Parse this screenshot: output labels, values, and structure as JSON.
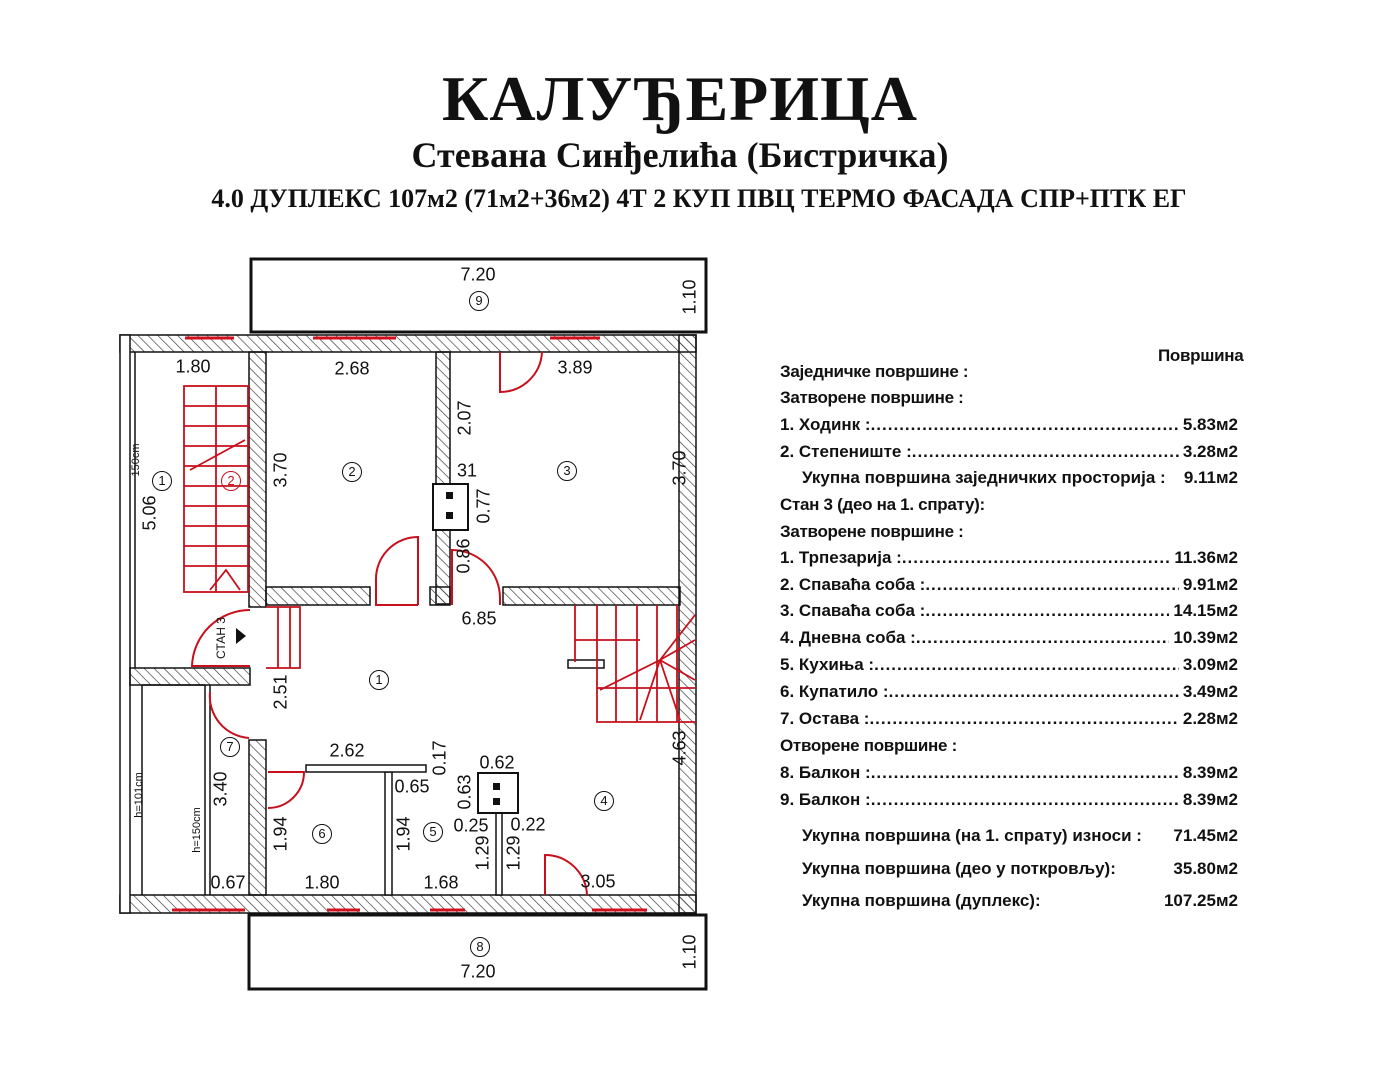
{
  "header": {
    "title": "КАЛУЂЕРИЦА",
    "subtitle": "Стевана Синђелића  (Бистричка)",
    "specs": "4.0 ДУПЛЕКС  107м2  (71м2+36м2)  4Т  2 КУП  ПВЦ  ТЕРМО ФАСАДА  СПР+ПТК  ЕГ"
  },
  "plan": {
    "top_balcony": {
      "width": "7.20",
      "depth": "1.10",
      "number": "9"
    },
    "bottom_balcony": {
      "width": "7.20",
      "depth": "1.10",
      "number": "8"
    },
    "dims": [
      "1.80",
      "2.68",
      "3.89",
      "5.06",
      "3.70",
      "2.07",
      "31",
      "0.77",
      "3.70",
      "0.86",
      "6.85",
      "2.51",
      "4.63",
      "2.62",
      "0.17",
      "0.62",
      "0.65",
      "0.63",
      "3.40",
      "1.94",
      "1.94",
      "0.25",
      "0.22",
      "1.29",
      "1.29",
      "0.67",
      "1.80",
      "1.68",
      "3.05"
    ],
    "notes": {
      "stair_width": "150cm",
      "h101": "h=101cm",
      "h150": "h=150cm",
      "entrance": "СТАН 3"
    },
    "room_numbers": [
      "1",
      "2",
      "2",
      "3",
      "1",
      "7",
      "6",
      "5",
      "4"
    ]
  },
  "table": {
    "column_header": "Површина",
    "common_header": "Заједничке површине :",
    "closed_header": "Затворене површине :",
    "common_rows": [
      {
        "label": "1. Ходинк :",
        "value": "5.83м2"
      },
      {
        "label": "2. Степениште :",
        "value": "3.28м2"
      }
    ],
    "common_total": {
      "label": "Укупна површина заједничких просторија :",
      "value": "9.11м2"
    },
    "apartment_header": "Стан 3 (део на 1. спрату):",
    "closed_header_2": "Затворене површине :",
    "closed_rows": [
      {
        "label": "1. Трпезарија :",
        "value": "11.36м2"
      },
      {
        "label": "2. Спаваћа соба :",
        "value": "9.91м2"
      },
      {
        "label": "3. Спаваћа соба :",
        "value": "14.15м2"
      },
      {
        "label": "4. Дневна соба :",
        "value": "10.39м2"
      },
      {
        "label": "5. Кухиња :",
        "value": "3.09м2"
      },
      {
        "label": "6. Купатило :",
        "value": "3.49м2"
      },
      {
        "label": "7. Остава :",
        "value": "2.28м2"
      }
    ],
    "open_header": "Отворене површине :",
    "open_rows": [
      {
        "label": "8. Балкон :",
        "value": "8.39м2"
      },
      {
        "label": "9. Балкон :",
        "value": "8.39м2"
      }
    ],
    "totals": [
      {
        "label": "Укупна површина (на 1. спрату) износи :",
        "value": "71.45м2"
      },
      {
        "label": "Укупна површина (део у поткровљу):",
        "value": "35.80м2"
      },
      {
        "label": "Укупна површина (дуплекс):",
        "value": "107.25м2"
      }
    ]
  },
  "colors": {
    "wall": "#111111",
    "window": "#d0101c",
    "stairs": "#c8101c"
  }
}
